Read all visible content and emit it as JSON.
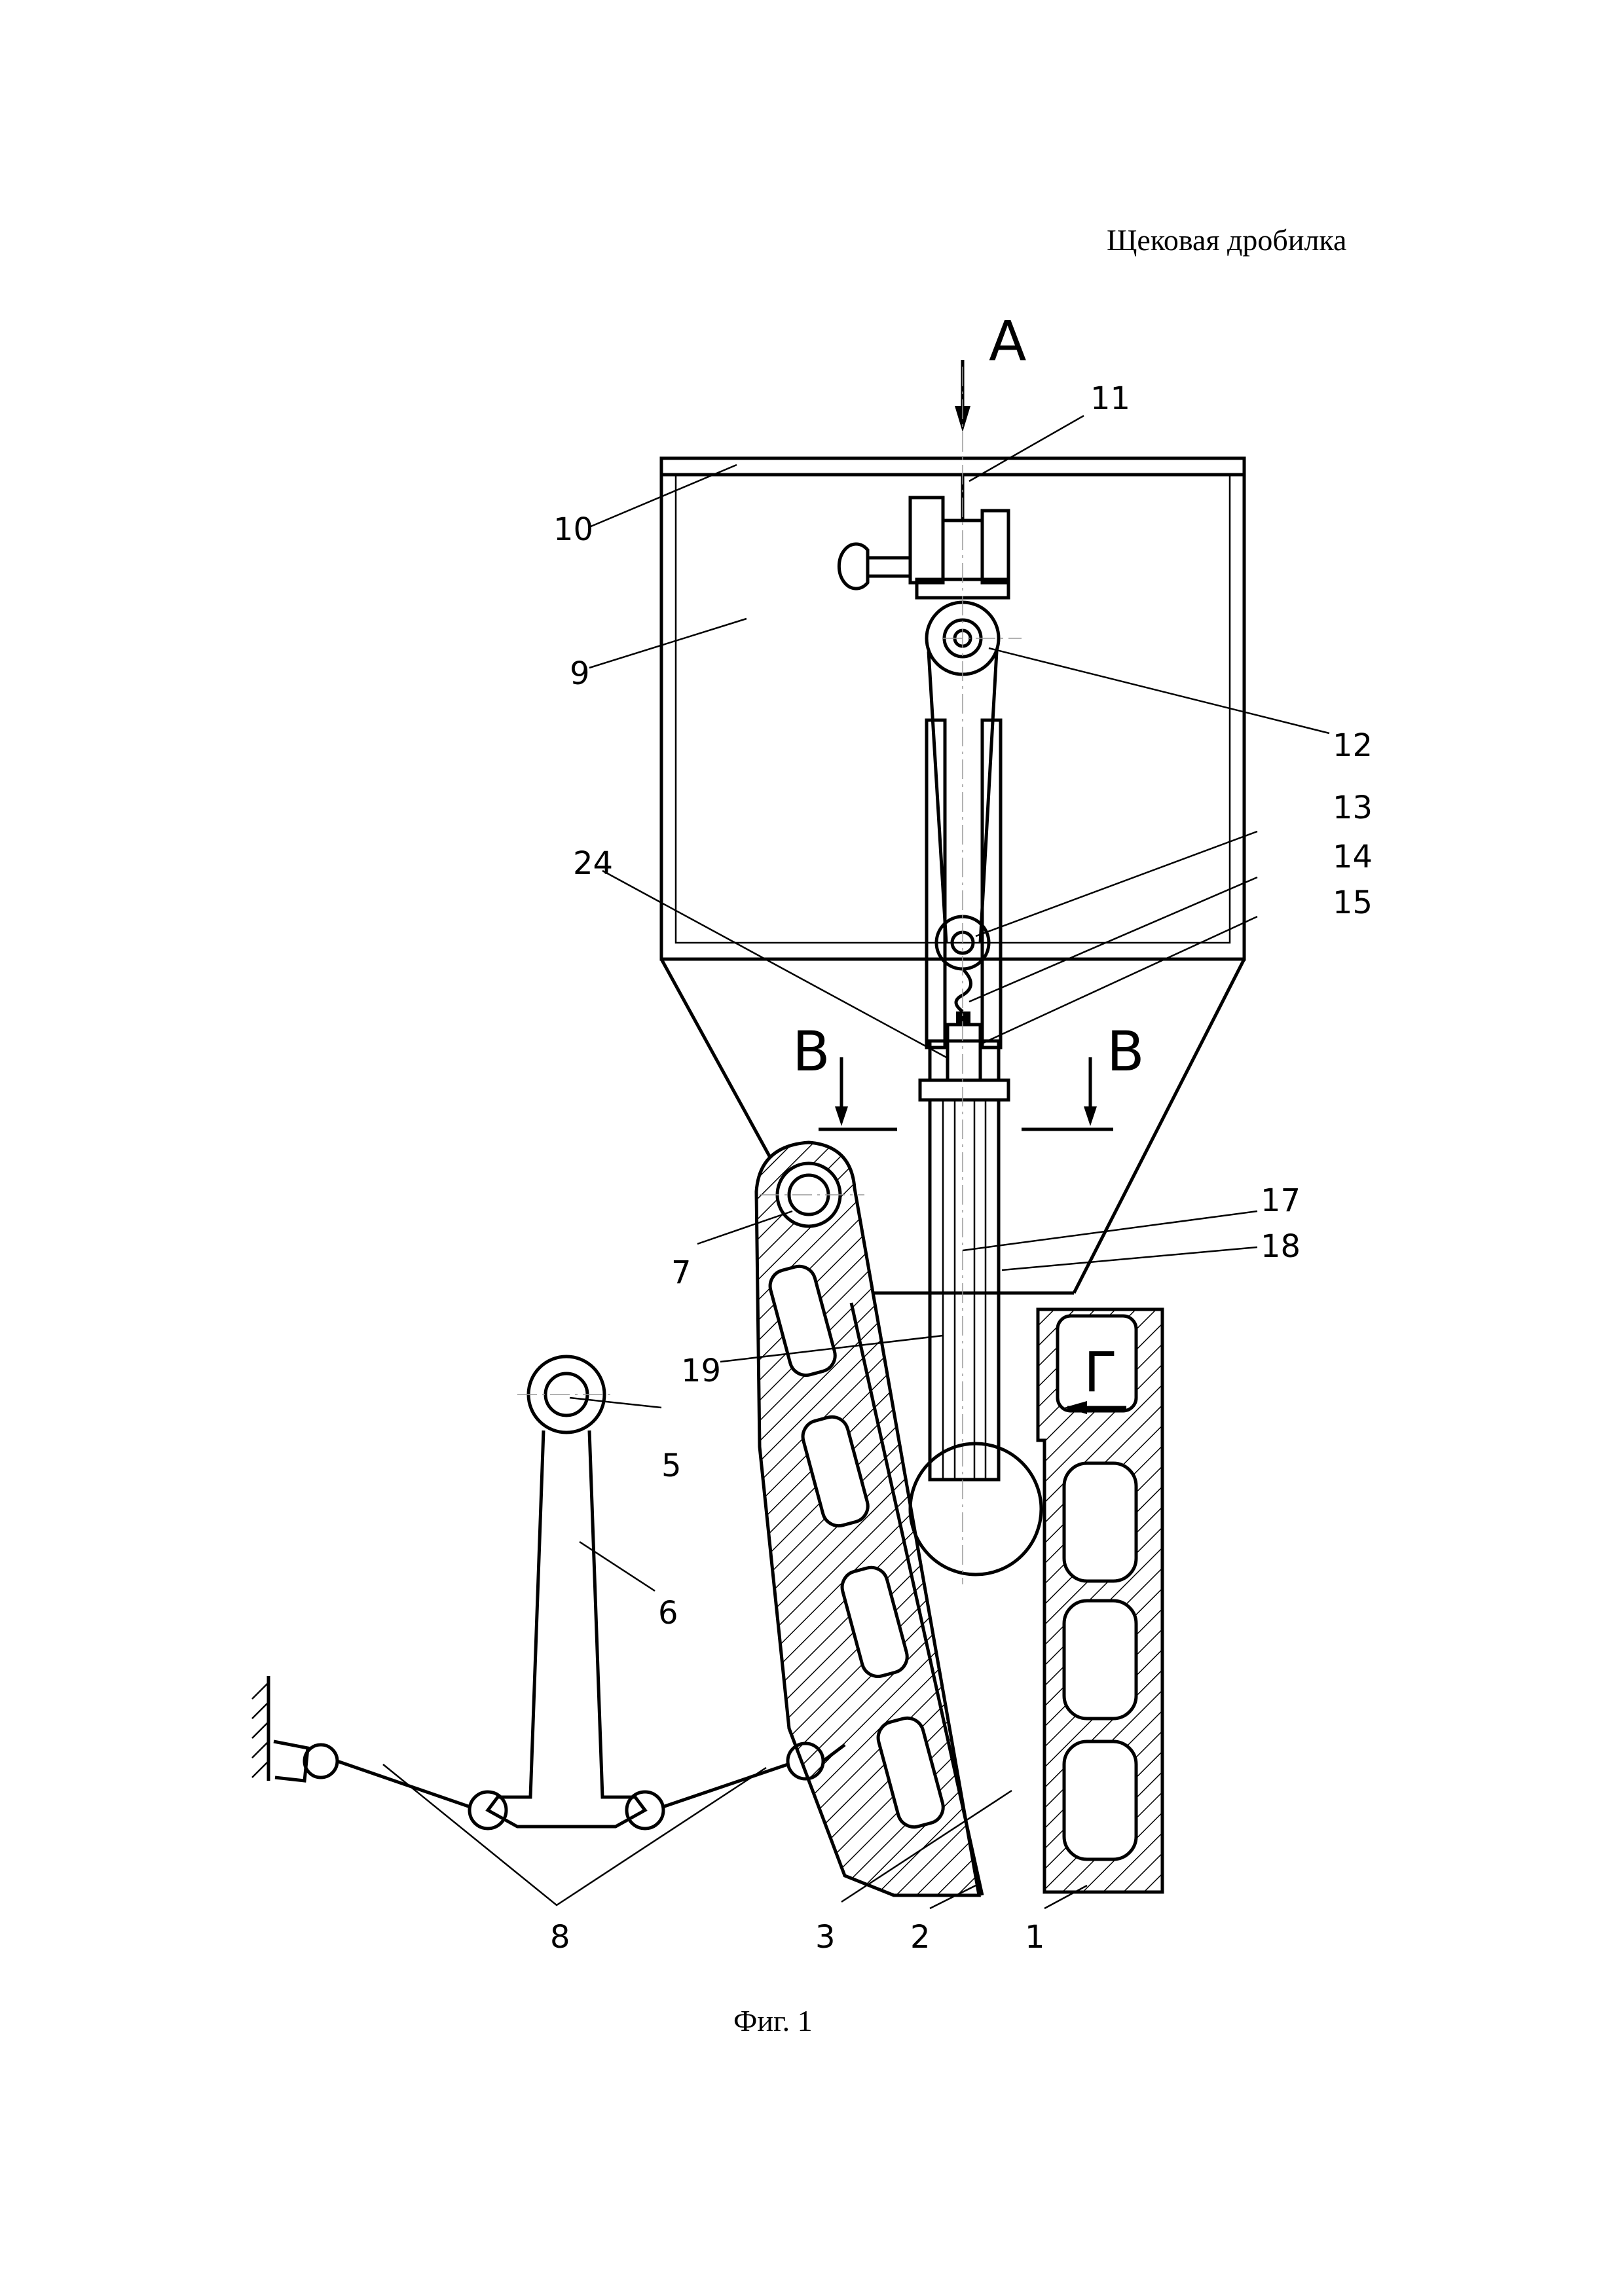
{
  "document": {
    "title": "Щековая дробилка",
    "caption": "Фиг. 1"
  },
  "view_labels": {
    "a": "А",
    "b_left": "В",
    "b_right": "В",
    "g": "Г"
  },
  "callouts": {
    "n1": "1",
    "n2": "2",
    "n3": "3",
    "n5": "5",
    "n6": "6",
    "n7": "7",
    "n8": "8",
    "n9": "9",
    "n10": "10",
    "n11": "11",
    "n12": "12",
    "n13": "13",
    "n14": "14",
    "n15": "15",
    "n17": "17",
    "n18": "18",
    "n19": "19",
    "n24": "24"
  }
}
